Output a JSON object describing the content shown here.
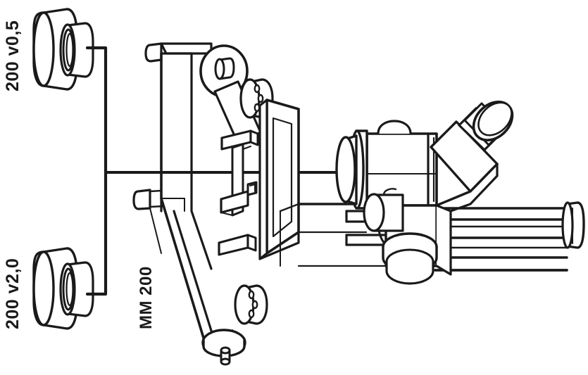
{
  "figure": {
    "type": "technical-line-drawing",
    "subject": "measuring microscope MM 200 with interchangeable objective attachments",
    "background_color": "#ffffff",
    "line_color": "#1a1a1a",
    "labels": {
      "objective_top": "200 v0,5",
      "objective_bottom": "200 v2,0",
      "machine": "MM 200"
    },
    "parts": {
      "objective_top_name": "objective-lens-top",
      "objective_bottom_name": "objective-lens-bottom",
      "bracket_name": "leader-bracket",
      "leader_line_name": "leader-line",
      "column_name": "machine-column",
      "stage_name": "machine-stage",
      "head_name": "microscope-head",
      "eyepiece_name": "eyepiece-tube",
      "rail_name": "guide-rail",
      "knob_top_name": "upper-adjustment-knob",
      "knob_bottom_name": "lower-adjustment-knob",
      "focus_knob_name": "focus-knob"
    }
  }
}
